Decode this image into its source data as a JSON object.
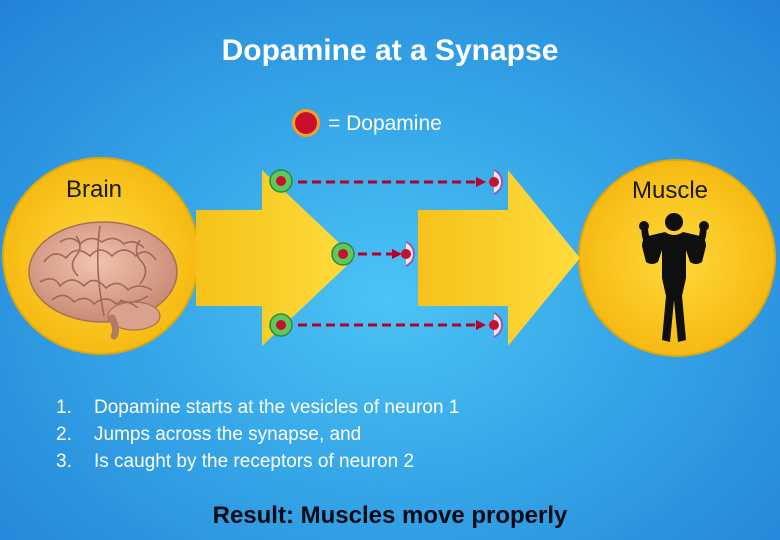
{
  "title": "Dopamine at a Synapse",
  "legend": {
    "icon": "dopamine-molecule-icon",
    "text": "= Dopamine"
  },
  "brain": {
    "label": "Brain",
    "icon": "brain-icon"
  },
  "muscle": {
    "label": "Muscle",
    "icon": "muscle-man-icon"
  },
  "steps": [
    {
      "num": "1.",
      "text": "Dopamine starts at the vesicles of neuron 1"
    },
    {
      "num": "2.",
      "text": "Jumps across the synapse, and"
    },
    {
      "num": "3.",
      "text": "Is caught by the receptors of neuron 2"
    }
  ],
  "result": "Result: Muscles move properly",
  "colors": {
    "background": "#35a6e8",
    "neuron_yellow": "#f7c51c",
    "dopamine_red": "#c8102e",
    "arrow_red": "#b4002a",
    "receptor_purple": "#8e5fa8"
  }
}
